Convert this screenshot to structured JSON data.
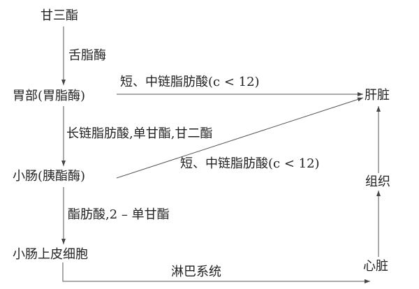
{
  "nodes": {
    "triglyceride": "甘三酯",
    "stomach": "胃部(胃脂酶)",
    "small_intestine": "小肠(胰酯酶)",
    "epithelial_cells": "小肠上皮细胞",
    "liver": "肝脏",
    "tissue": "组织",
    "heart": "心脏"
  },
  "edges": {
    "lingual_lipase": "舌脂酶",
    "stomach_to_liver": "短、中链脂肪酸(c < 12)",
    "stomach_to_intestine": "长链脂肪酸,单甘酯,甘二酯",
    "intestine_to_liver": "短、中链脂肪酸(c < 12)",
    "intestine_to_cells": "酯肪酸,2 – 单甘酯",
    "lymphatic_system": "淋巴系统"
  }
}
